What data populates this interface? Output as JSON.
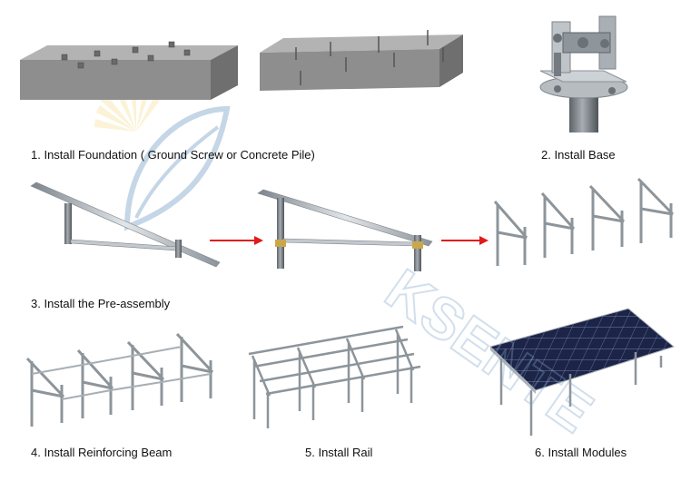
{
  "steps": {
    "s1": "1. Install Foundation ( Ground Screw or Concrete Pile)",
    "s2": "2. Install Base",
    "s3": "3. Install the Pre-assembly",
    "s4": "4. Install Reinforcing Beam",
    "s5": "5. Install Rail",
    "s6": "6. Install Modules"
  },
  "watermark": {
    "text": "KSENTE",
    "color": "#7fa6c9",
    "sun_color": "#f3c95a"
  },
  "colors": {
    "arrow": "#e01b1b",
    "steel": "#9aa3aa",
    "concrete": "#8e8e8e",
    "panel": "#1c2448"
  }
}
